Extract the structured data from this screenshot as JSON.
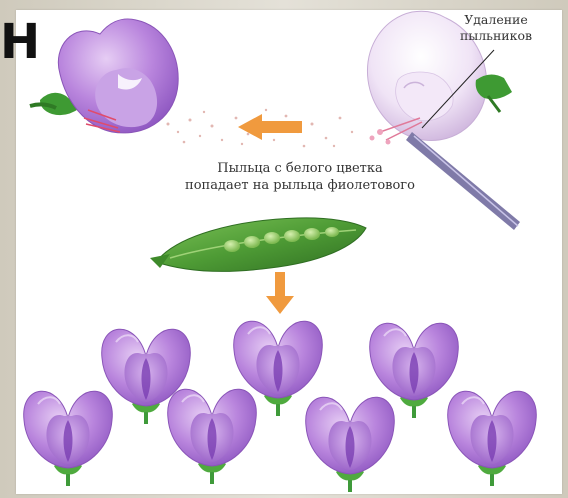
{
  "slide_glyph": "Н",
  "labels": {
    "removal": "Удаление пыльников",
    "caption_line1": "Пыльца с белого цветка",
    "caption_line2": "попадает на рыльца фиолетового"
  },
  "colors": {
    "violet_flower": "#b87fdc",
    "white_flower": "#eee2f5",
    "pod_green": "#4e9b35",
    "arrow_orange": "#f09a3e",
    "stem_green": "#3f9a3a"
  },
  "icons": [
    "violet-flower-icon",
    "white-flower-icon",
    "pea-pod-icon",
    "orange-arrow-icon",
    "offspring-flower-icon"
  ]
}
